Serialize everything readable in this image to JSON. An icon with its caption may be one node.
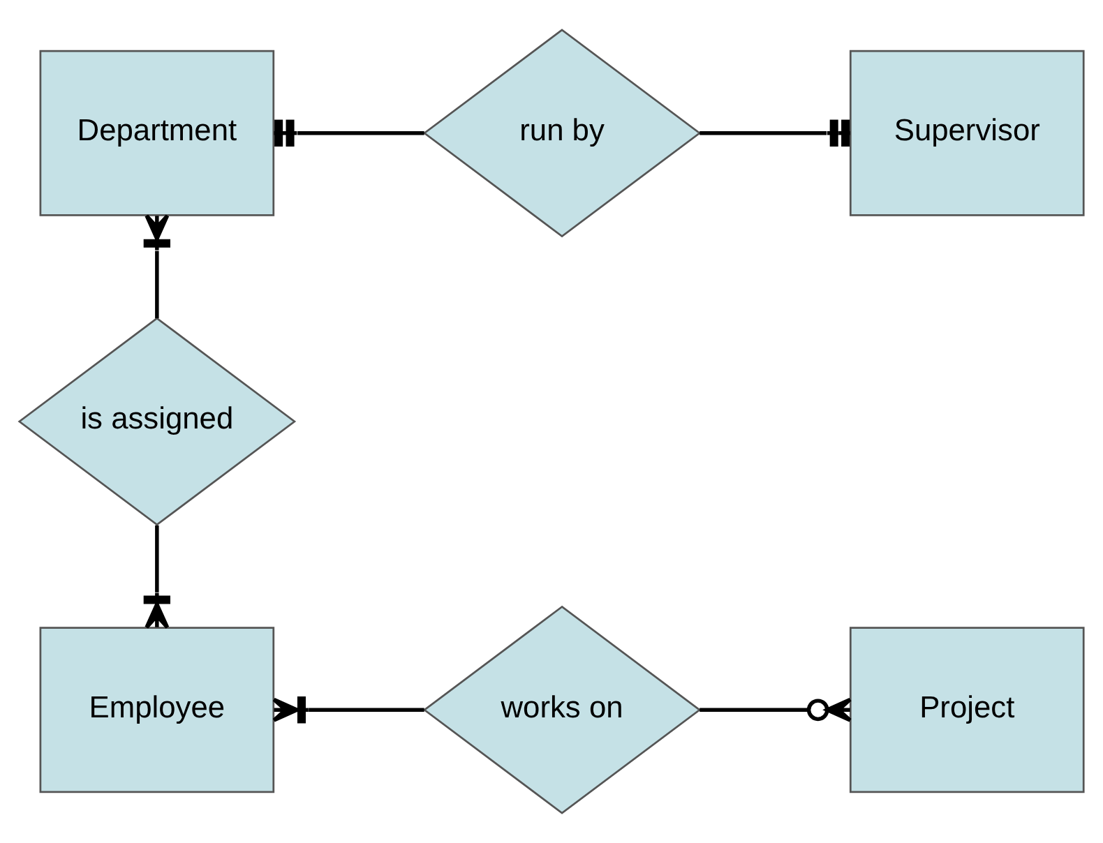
{
  "diagram": {
    "nodes": [
      {
        "text": [
          "Department"
        ]
      },
      {
        "text": [
          "run by"
        ]
      },
      {
        "text": [
          "Supervisor"
        ]
      },
      {
        "text": [
          "is assigned"
        ]
      },
      {
        "text": [
          "Employee"
        ]
      },
      {
        "text": [
          "works on"
        ]
      },
      {
        "text": [
          "Project"
        ]
      }
    ],
    "edges": [
      {
        "from": 1,
        "to": 0,
        "arrow": "other"
      },
      {
        "from": 1,
        "to": 2,
        "arrow": "other"
      },
      {
        "from": 3,
        "to": 0,
        "arrow": "other"
      },
      {
        "from": 3,
        "to": 4,
        "arrow": "other"
      },
      {
        "from": 5,
        "to": 4,
        "arrow": "other"
      },
      {
        "from": 5,
        "to": 6,
        "arrow": "other"
      }
    ]
  }
}
